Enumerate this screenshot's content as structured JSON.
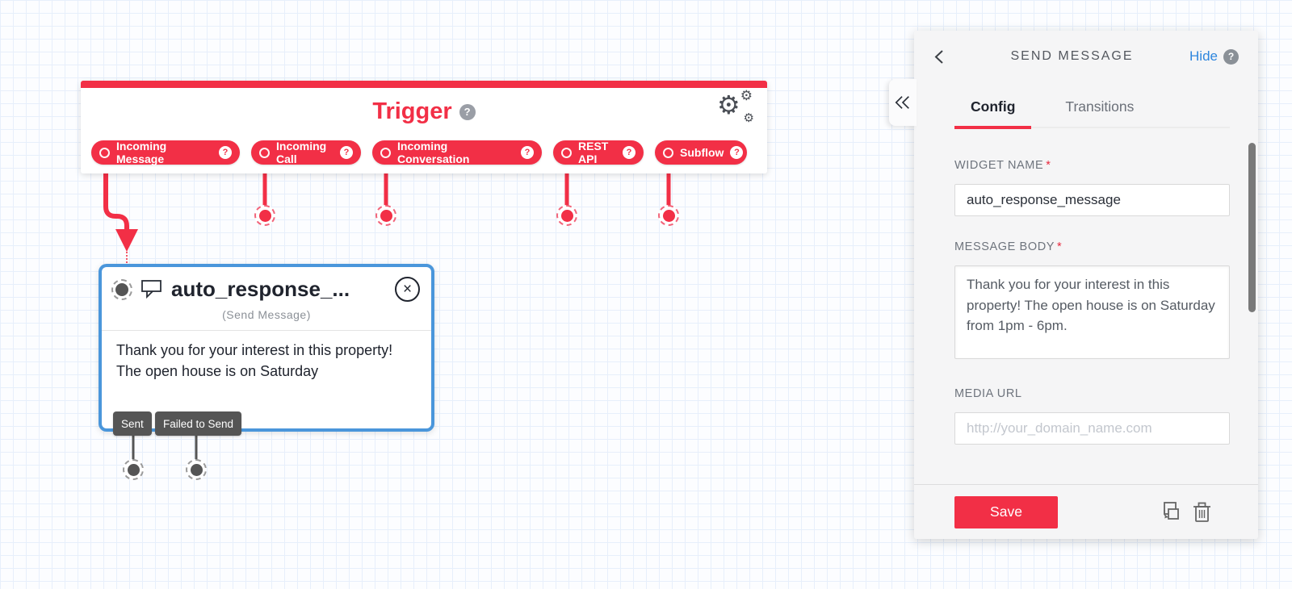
{
  "icons": {
    "help": "?",
    "close": "×",
    "gear": "⚙"
  },
  "canvas": {
    "trigger": {
      "title": "Trigger",
      "pills": [
        {
          "label": "Incoming Message"
        },
        {
          "label": "Incoming Call"
        },
        {
          "label": "Incoming Conversation"
        },
        {
          "label": "REST API"
        },
        {
          "label": "Subflow"
        }
      ]
    },
    "widget": {
      "title": "auto_response_...",
      "subtitle": "(Send Message)",
      "body": "Thank you for your interest in this property! The open house is on Saturday",
      "transitions": [
        "Sent",
        "Failed to Send"
      ]
    }
  },
  "panel": {
    "title": "SEND MESSAGE",
    "hide_label": "Hide",
    "required_mark": "*",
    "tabs": [
      {
        "label": "Config"
      },
      {
        "label": "Transitions"
      }
    ],
    "fields": {
      "widget_name": {
        "label": "WIDGET NAME",
        "value": "auto_response_message"
      },
      "message_body": {
        "label": "MESSAGE BODY",
        "value": "Thank you for your interest in this property! The open house is on Saturday from 1pm - 6pm."
      },
      "media_url": {
        "label": "MEDIA URL",
        "placeholder": "http://your_domain_name.com"
      }
    },
    "save_label": "Save"
  },
  "colors": {
    "brand_red": "#F22F46",
    "selected_blue": "#4a96db",
    "link_blue": "#2e86de",
    "dark_gray": "#555555"
  }
}
